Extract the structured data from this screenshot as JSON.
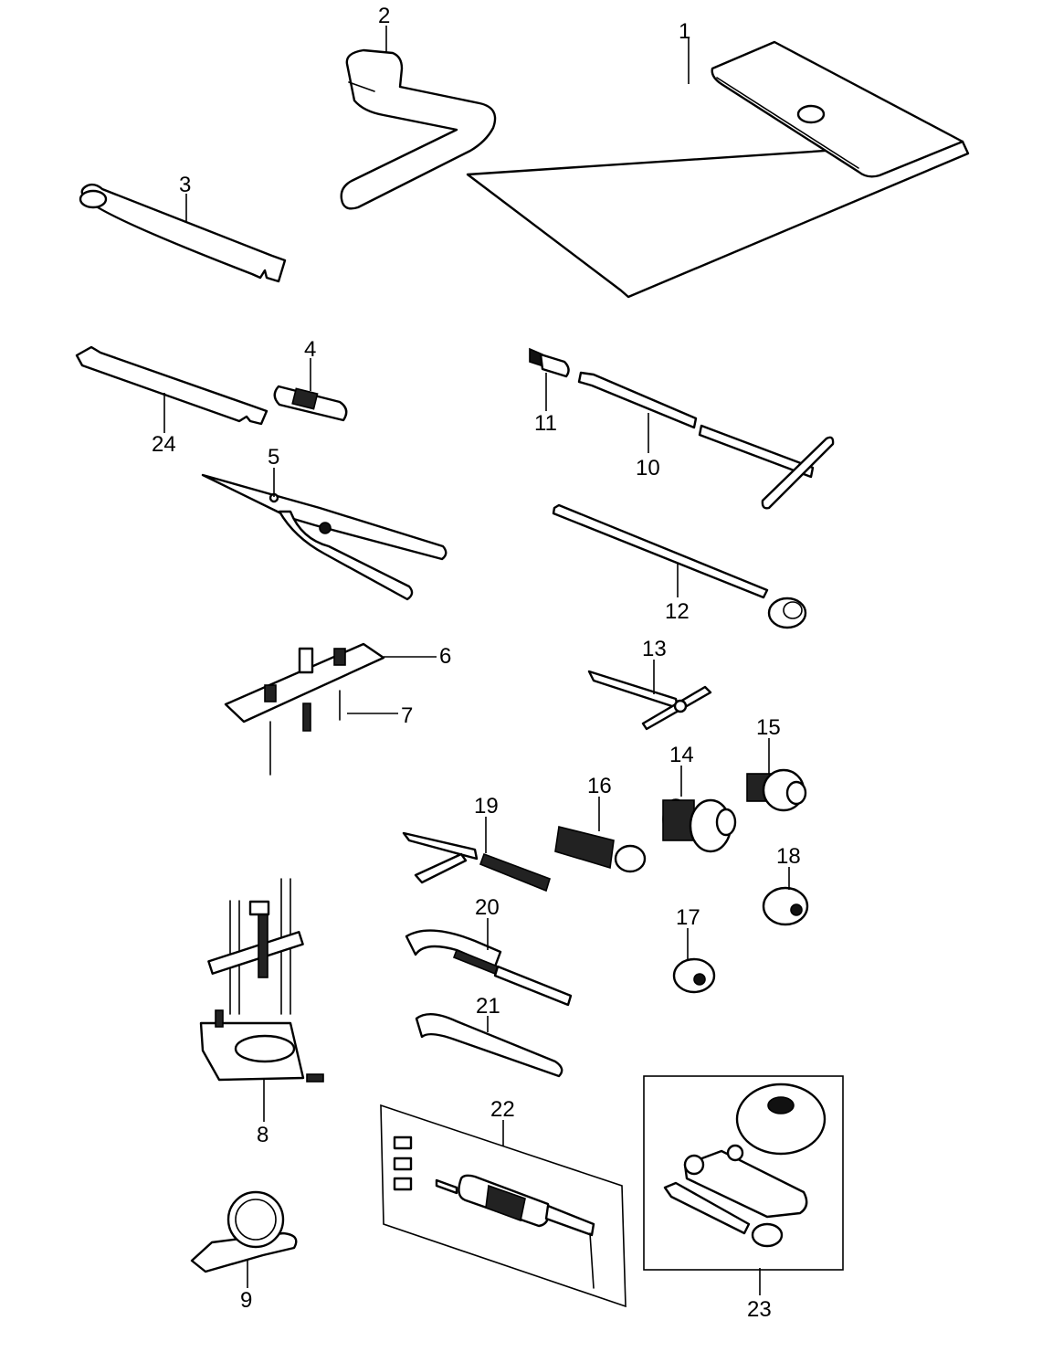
{
  "callouts": [
    {
      "id": "c1",
      "text": "1"
    },
    {
      "id": "c2",
      "text": "2"
    },
    {
      "id": "c3",
      "text": "3"
    },
    {
      "id": "c4",
      "text": "4"
    },
    {
      "id": "c5",
      "text": "5"
    },
    {
      "id": "c6",
      "text": "6"
    },
    {
      "id": "c7",
      "text": "7"
    },
    {
      "id": "c8",
      "text": "8"
    },
    {
      "id": "c9",
      "text": "9"
    },
    {
      "id": "c10",
      "text": "10"
    },
    {
      "id": "c11",
      "text": "11"
    },
    {
      "id": "c12",
      "text": "12"
    },
    {
      "id": "c13",
      "text": "13"
    },
    {
      "id": "c14",
      "text": "14"
    },
    {
      "id": "c15",
      "text": "15"
    },
    {
      "id": "c16",
      "text": "16"
    },
    {
      "id": "c17",
      "text": "17"
    },
    {
      "id": "c18",
      "text": "18"
    },
    {
      "id": "c19",
      "text": "19"
    },
    {
      "id": "c20",
      "text": "20"
    },
    {
      "id": "c21",
      "text": "21"
    },
    {
      "id": "c22",
      "text": "22"
    },
    {
      "id": "c23",
      "text": "23"
    },
    {
      "id": "c24",
      "text": "24"
    }
  ],
  "colors": {
    "ink": "#000000",
    "paper": "#ffffff"
  }
}
